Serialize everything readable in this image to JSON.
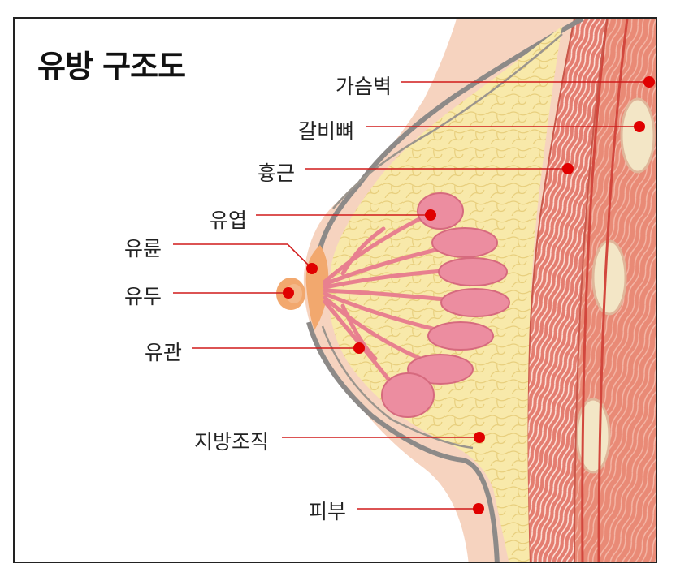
{
  "title": "유방 구조도",
  "labels": [
    {
      "id": "chest-wall",
      "text": "가슴벽"
    },
    {
      "id": "rib",
      "text": "갈비뼈"
    },
    {
      "id": "pectoral-muscle",
      "text": "흉근"
    },
    {
      "id": "lobule",
      "text": "유엽"
    },
    {
      "id": "areola",
      "text": "유륜"
    },
    {
      "id": "nipple",
      "text": "유두"
    },
    {
      "id": "milk-duct",
      "text": "유관"
    },
    {
      "id": "fat-tissue",
      "text": "지방조직"
    },
    {
      "id": "skin",
      "text": "피부"
    }
  ],
  "colors": {
    "leader": "#d01a1a",
    "marker": "#e00000",
    "fat": "#f8e7a4",
    "skin": "#f5c9ae",
    "muscle": "#e8826d",
    "lobule": "#e87f92",
    "outline": "#8d8a88"
  }
}
